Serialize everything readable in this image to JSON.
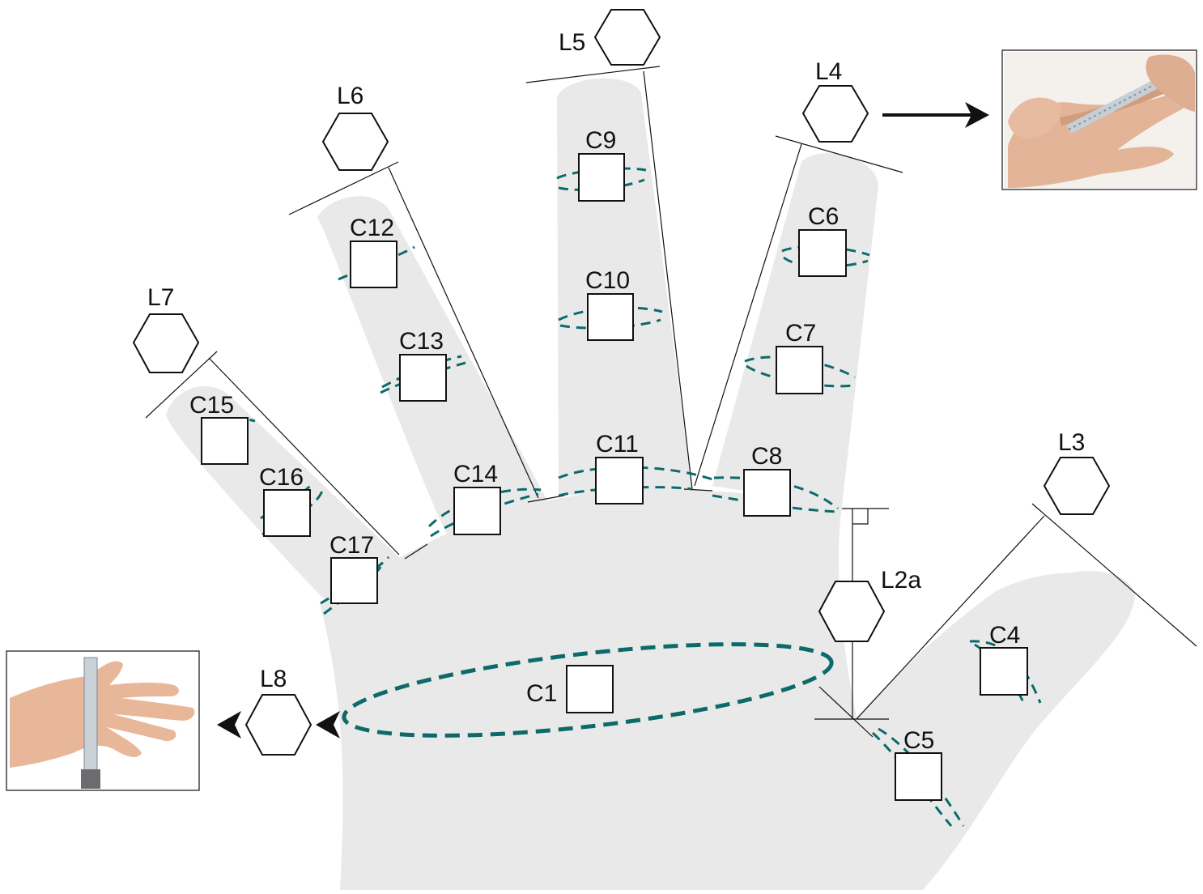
{
  "colors": {
    "hand_fill": "#e9e9e9",
    "tape_line": "#0e6a6a",
    "outline": "#111111",
    "skin": "#e8b79a"
  },
  "length_labels": {
    "L2a": "L2a",
    "L3": "L3",
    "L4": "L4",
    "L5": "L5",
    "L6": "L6",
    "L7": "L7",
    "L8": "L8"
  },
  "circumference_labels": {
    "C1": "C1",
    "C4": "C4",
    "C5": "C5",
    "C6": "C6",
    "C7": "C7",
    "C8": "C8",
    "C9": "C9",
    "C10": "C10",
    "C11": "C11",
    "C12": "C12",
    "C13": "C13",
    "C14": "C14",
    "C15": "C15",
    "C16": "C16",
    "C17": "C17"
  },
  "icons": {
    "length_marker": "hexagon-icon",
    "circumference_marker": "square-box-icon",
    "arrow": "arrow-right-icon",
    "pointer": "triangle-pointer-icon"
  }
}
